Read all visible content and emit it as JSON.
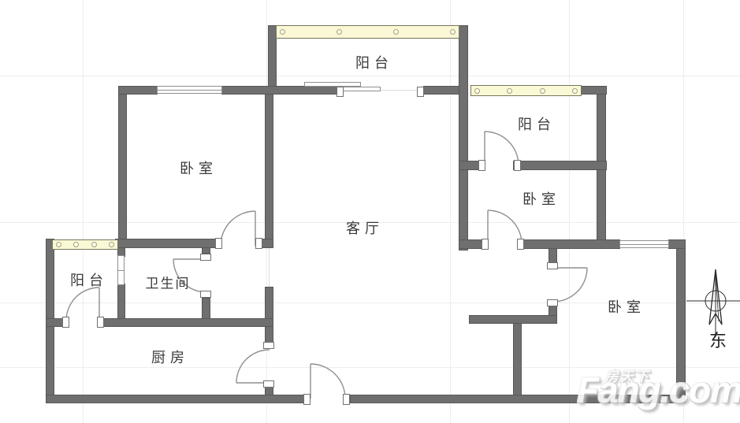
{
  "plan": {
    "type": "floorplan",
    "rooms": {
      "balcony_top": "阳台",
      "balcony_right": "阳台",
      "bedroom_left": "卧室",
      "living_room": "客厅",
      "bedroom_right": "卧室",
      "balcony_left": "阳台",
      "bathroom": "卫生间",
      "kitchen": "厨房",
      "bedroom_bottom_right": "卧室"
    },
    "compass": {
      "label": "东"
    }
  },
  "watermark": {
    "brand_cn": "房天下",
    "brand_en": "Fang.com"
  },
  "colors": {
    "wall": "#6f6f6f",
    "window_band_fill": "#fbf8d6",
    "window_band_border": "#76765e",
    "door_line": "#8f8f8f",
    "label": "#3a3a3a"
  }
}
